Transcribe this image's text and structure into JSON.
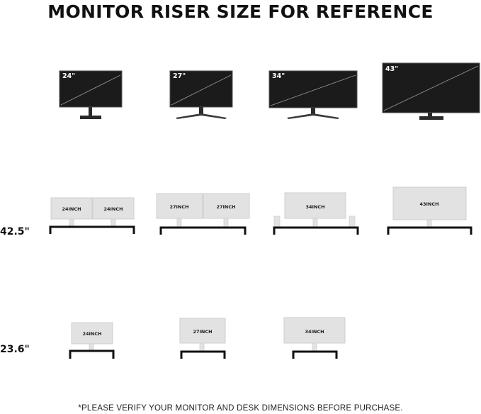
{
  "title": "MONITOR RISER SIZE FOR REFERENCE",
  "monitors": [
    {
      "size": "24\""
    },
    {
      "size": "27\""
    },
    {
      "size": "34\""
    },
    {
      "size": "43\""
    }
  ],
  "riser_long": {
    "height_label": "42.5\"",
    "groups": [
      {
        "screens": [
          "24INCH",
          "24INCH"
        ]
      },
      {
        "screens": [
          "27INCH",
          "27INCH"
        ]
      },
      {
        "screens": [
          "34INCH"
        ]
      },
      {
        "screens": [
          "43INCH"
        ]
      }
    ]
  },
  "riser_short": {
    "height_label": "23.6\"",
    "groups": [
      {
        "screens": [
          "24INCH"
        ]
      },
      {
        "screens": [
          "27INCH"
        ]
      },
      {
        "screens": [
          "34INCH"
        ]
      }
    ]
  },
  "footnote": "*PLEASE VERIFY YOUR MONITOR AND DESK DIMENSIONS BEFORE PURCHASE.",
  "colors": {
    "screen": "#1b1b1b",
    "stand": "#2a2a2a",
    "outline": "#d2d2d2",
    "riser": "#111111"
  }
}
